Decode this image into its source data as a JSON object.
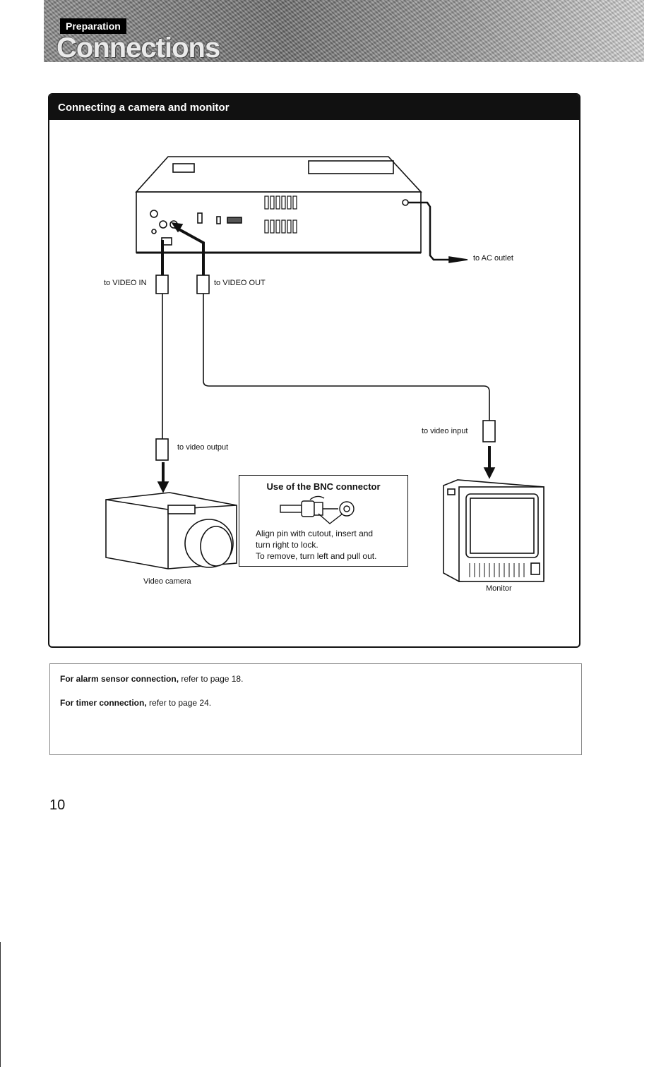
{
  "header": {
    "section_tag": "Preparation",
    "title": "Connections"
  },
  "panel": {
    "title": "Connecting a camera and monitor",
    "labels": {
      "ac_outlet": "to AC outlet",
      "video_in": "to VIDEO IN",
      "video_out": "to VIDEO OUT",
      "video_output": "to video output",
      "video_input": "to video input",
      "video_camera": "Video camera",
      "monitor": "Monitor"
    },
    "bnc": {
      "title": "Use of the BNC connector",
      "line1": "Align pin with cutout, insert and",
      "line2": "turn right to lock.",
      "line3": "To remove, turn left and pull out."
    }
  },
  "notes": {
    "alarm_bold": "For alarm sensor connection,",
    "alarm_rest": " refer to page 18.",
    "timer_bold": "For timer connection,",
    "timer_rest": " refer to page 24."
  },
  "page_number": "10"
}
